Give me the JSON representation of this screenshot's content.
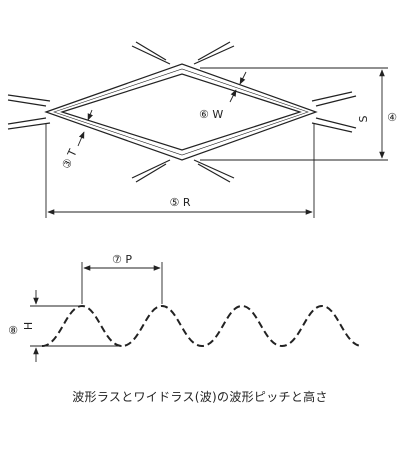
{
  "labels": {
    "T": "③ T",
    "S": "S",
    "S_num": "④",
    "W": "⑥ W",
    "R": "⑤ R",
    "P": "⑦ P",
    "H": "H",
    "H_num": "⑧"
  },
  "caption": "波形ラスとワイドラス(波)の波形ピッチと高さ"
}
